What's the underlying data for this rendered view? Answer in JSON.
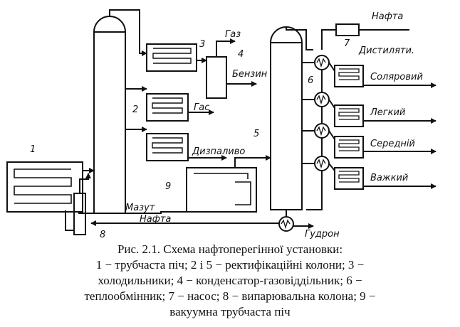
{
  "labels": {
    "neft_top": "Нафта",
    "gaz": "Газ",
    "benzyn": "Бензин",
    "gas": "Гас",
    "dyzpalyvo": "Дизпаливо",
    "mazut": "Мазут",
    "neft_bottom": "Нафта",
    "gudron": "Гудрон",
    "dystylyaty": "Дистиляти.",
    "solyarovyi": "Соляровий",
    "legkyi": "Легкий",
    "serednii": "Середній",
    "vazhkyi": "Важкий"
  },
  "numbers": {
    "n1": "1",
    "n2": "2",
    "n3": "3",
    "n4": "4",
    "n5": "5",
    "n6": "6",
    "n7": "7",
    "n8": "8",
    "n9": "9"
  },
  "caption": {
    "line1": "Рис. 2.1. Схема нафтоперегінної установки:",
    "line2": "1 − трубчаста піч; 2 і 5 − ректифікаційні колони; 3 −",
    "line3": "холодильники; 4 − конденсатор-газовіддільник; 6 −",
    "line4": "теплообмінник; 7 − насос; 8 − випарювальна колона; 9 −",
    "line5": "вакуумна трубчаста піч"
  }
}
